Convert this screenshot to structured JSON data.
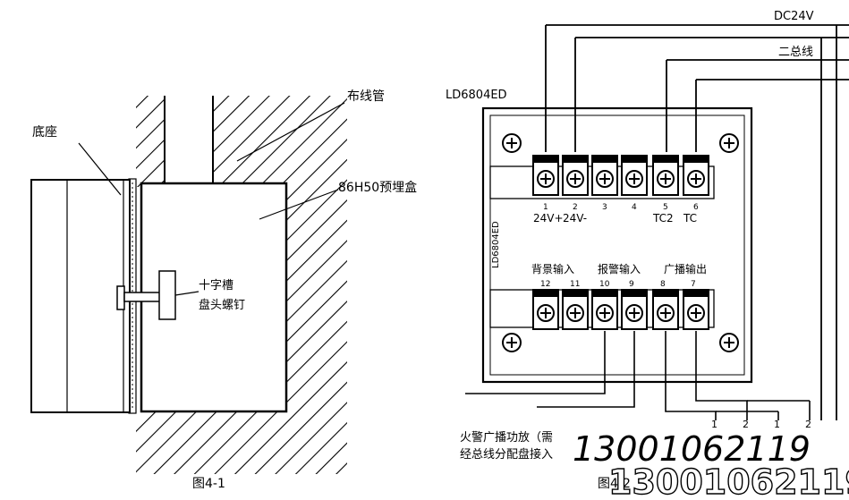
{
  "fig1": {
    "caption": "图4-1",
    "labels": {
      "base": "底座",
      "conduit": "布线管",
      "box": "86H50预埋盒",
      "screw_line1": "十字槽",
      "screw_line2": "盘头螺钉"
    }
  },
  "fig2": {
    "caption": "图4-2",
    "model": "LD6804ED",
    "side_model": "LD6804ED",
    "bus_labels": {
      "dc": "DC24V",
      "bus": "二总线"
    },
    "top_terminals": [
      {
        "num": "1",
        "label": "24V+"
      },
      {
        "num": "2",
        "label": "24V-"
      },
      {
        "num": "3",
        "label": ""
      },
      {
        "num": "4",
        "label": ""
      },
      {
        "num": "5",
        "label": "TC2"
      },
      {
        "num": "6",
        "label": "TC"
      }
    ],
    "bottom_terminals": [
      "12",
      "11",
      "10",
      "9",
      "8",
      "7"
    ],
    "group_labels": {
      "bg": "背景输入",
      "alarm": "报警输入",
      "out": "广播输出"
    },
    "note_line1": "火警广播功放（需",
    "note_line2": "经总线分配盘接入",
    "output_marks": [
      "1",
      "2",
      "1",
      "2"
    ]
  },
  "watermark": "13001062119"
}
